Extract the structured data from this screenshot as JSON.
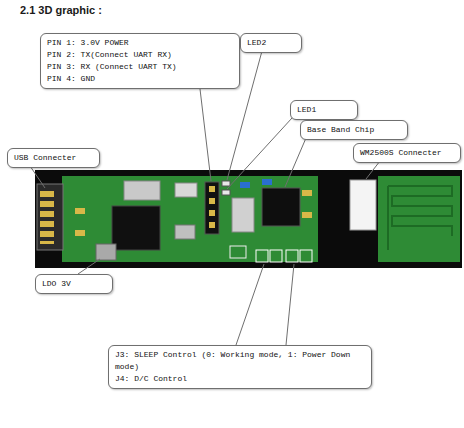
{
  "diagram": {
    "title": "2.1 3D graphic :",
    "nodes": [
      {
        "text": [
          "PIN 1: 3.0V POWER",
          "PIN 2: TX(Connect UART RX)",
          "PIN 3: RX (Connect UART TX)",
          "PIN 4: GND"
        ]
      },
      {
        "text": [
          "LED2"
        ]
      },
      {
        "text": [
          "LED1"
        ]
      },
      {
        "text": [
          "Base Band Chip"
        ]
      },
      {
        "text": [
          "USB Connecter"
        ]
      },
      {
        "text": [
          "WM2500S Connecter"
        ]
      },
      {
        "text": [
          "LDO 3V"
        ]
      },
      {
        "text": [
          "J3: SLEEP Control (0: Working mode, 1: Power Down mode)",
          "J4: D/C Control"
        ]
      }
    ]
  }
}
